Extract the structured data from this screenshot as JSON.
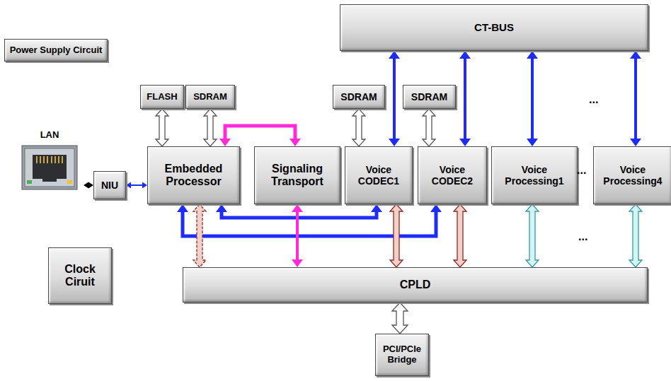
{
  "diagram": {
    "nodes": [
      {
        "text": [
          "Power Supply Circuit"
        ]
      },
      {
        "text": [
          "CT-BUS"
        ]
      },
      {
        "text": [
          "FLASH"
        ]
      },
      {
        "text": [
          "SDRAM"
        ]
      },
      {
        "text": [
          "SDRAM"
        ]
      },
      {
        "text": [
          "SDRAM"
        ]
      },
      {
        "text": [
          "LAN"
        ]
      },
      {
        "text": [
          "NIU"
        ]
      },
      {
        "text": [
          "Embedded Processor"
        ]
      },
      {
        "text": [
          "Signaling Transport"
        ]
      },
      {
        "text": [
          "Voice CODEC1"
        ]
      },
      {
        "text": [
          "Voice CODEC2"
        ]
      },
      {
        "text": [
          "Voice Processing1"
        ]
      },
      {
        "text": [
          "Voice Processing4"
        ]
      },
      {
        "text": [
          "Clock Ciruit"
        ]
      },
      {
        "text": [
          "CPLD"
        ]
      },
      {
        "text": [
          "PCI/PCIe Bridge"
        ]
      }
    ],
    "edges": [
      {
        "from": 6,
        "to": 7,
        "arrow": "both"
      },
      {
        "from": 7,
        "to": 8,
        "arrow": "both"
      },
      {
        "from": 2,
        "to": 8,
        "arrow": "both"
      },
      {
        "from": 3,
        "to": 8,
        "arrow": "both"
      },
      {
        "from": 8,
        "to": 9,
        "arrow": "both"
      },
      {
        "from": 4,
        "to": 10,
        "arrow": "both"
      },
      {
        "from": 5,
        "to": 11,
        "arrow": "both"
      },
      {
        "from": 1,
        "to": 10,
        "arrow": "both"
      },
      {
        "from": 1,
        "to": 11,
        "arrow": "both"
      },
      {
        "from": 1,
        "to": 12,
        "arrow": "both"
      },
      {
        "from": 1,
        "to": 13,
        "arrow": "both"
      },
      {
        "from": 8,
        "to": 10,
        "arrow": "both"
      },
      {
        "from": 8,
        "to": 11,
        "arrow": "both"
      },
      {
        "from": 8,
        "to": 15,
        "arrow": "both"
      },
      {
        "from": 9,
        "to": 15,
        "arrow": "both"
      },
      {
        "from": 10,
        "to": 15,
        "arrow": "both"
      },
      {
        "from": 11,
        "to": 15,
        "arrow": "both"
      },
      {
        "from": 12,
        "to": 15,
        "arrow": "both"
      },
      {
        "from": 13,
        "to": 15,
        "arrow": "both"
      },
      {
        "from": 15,
        "to": 16,
        "arrow": "both"
      }
    ],
    "labels": [
      "...",
      "...",
      "..."
    ]
  }
}
